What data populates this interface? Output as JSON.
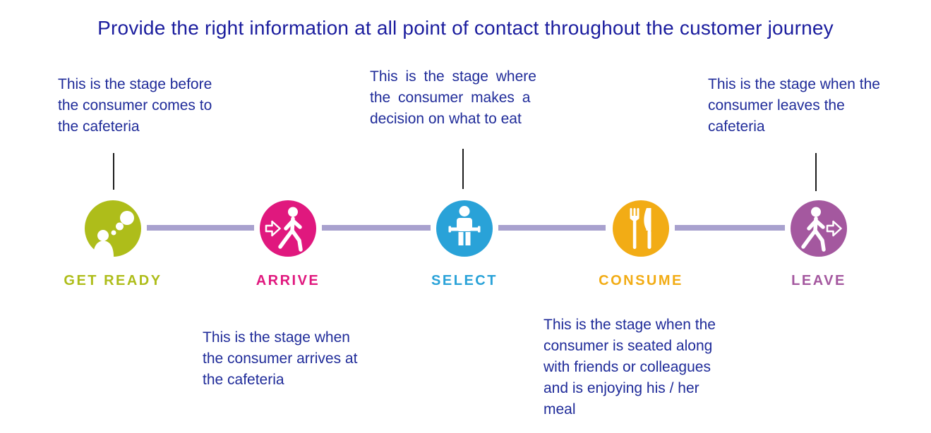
{
  "title": "Provide the right information at all point of contact throughout the customer journey",
  "colors": {
    "title_text": "#1b1d9e",
    "annotation_text": "#1f2b99",
    "connector": "#a8a1ce",
    "leader_line": "#1c1c1c",
    "stage_get_ready": "#aebd1a",
    "stage_arrive": "#e0187e",
    "stage_select": "#29a2d8",
    "stage_consume": "#f2ac15",
    "stage_leave": "#a4589f"
  },
  "stages": [
    {
      "label": "GET READY",
      "color": "#aebd1a",
      "icon": "thinking-person-icon"
    },
    {
      "label": "ARRIVE",
      "color": "#e0187e",
      "icon": "walking-person-in-icon"
    },
    {
      "label": "SELECT",
      "color": "#29a2d8",
      "icon": "person-with-tray-icon"
    },
    {
      "label": "CONSUME",
      "color": "#f2ac15",
      "icon": "fork-knife-icon"
    },
    {
      "label": "LEAVE",
      "color": "#a4589f",
      "icon": "walking-person-out-icon"
    }
  ],
  "annotations": [
    {
      "position": "above-get-ready",
      "lines": [
        "This is the stage before",
        "the consumer comes to",
        "the cafeteria"
      ]
    },
    {
      "position": "above-select",
      "lines": [
        "This is the stage where",
        "the consumer makes a",
        "decision on what to eat"
      ]
    },
    {
      "position": "above-leave",
      "lines": [
        "This is the stage when the",
        "consumer leaves the",
        "cafeteria"
      ]
    },
    {
      "position": "below-arrive",
      "lines": [
        "This is the stage when",
        "the consumer arrives at",
        "the cafeteria"
      ]
    },
    {
      "position": "below-consume",
      "lines": [
        "This is the stage when the",
        "consumer is seated along",
        "with friends or colleagues",
        "and is enjoying his / her",
        "meal"
      ]
    }
  ]
}
